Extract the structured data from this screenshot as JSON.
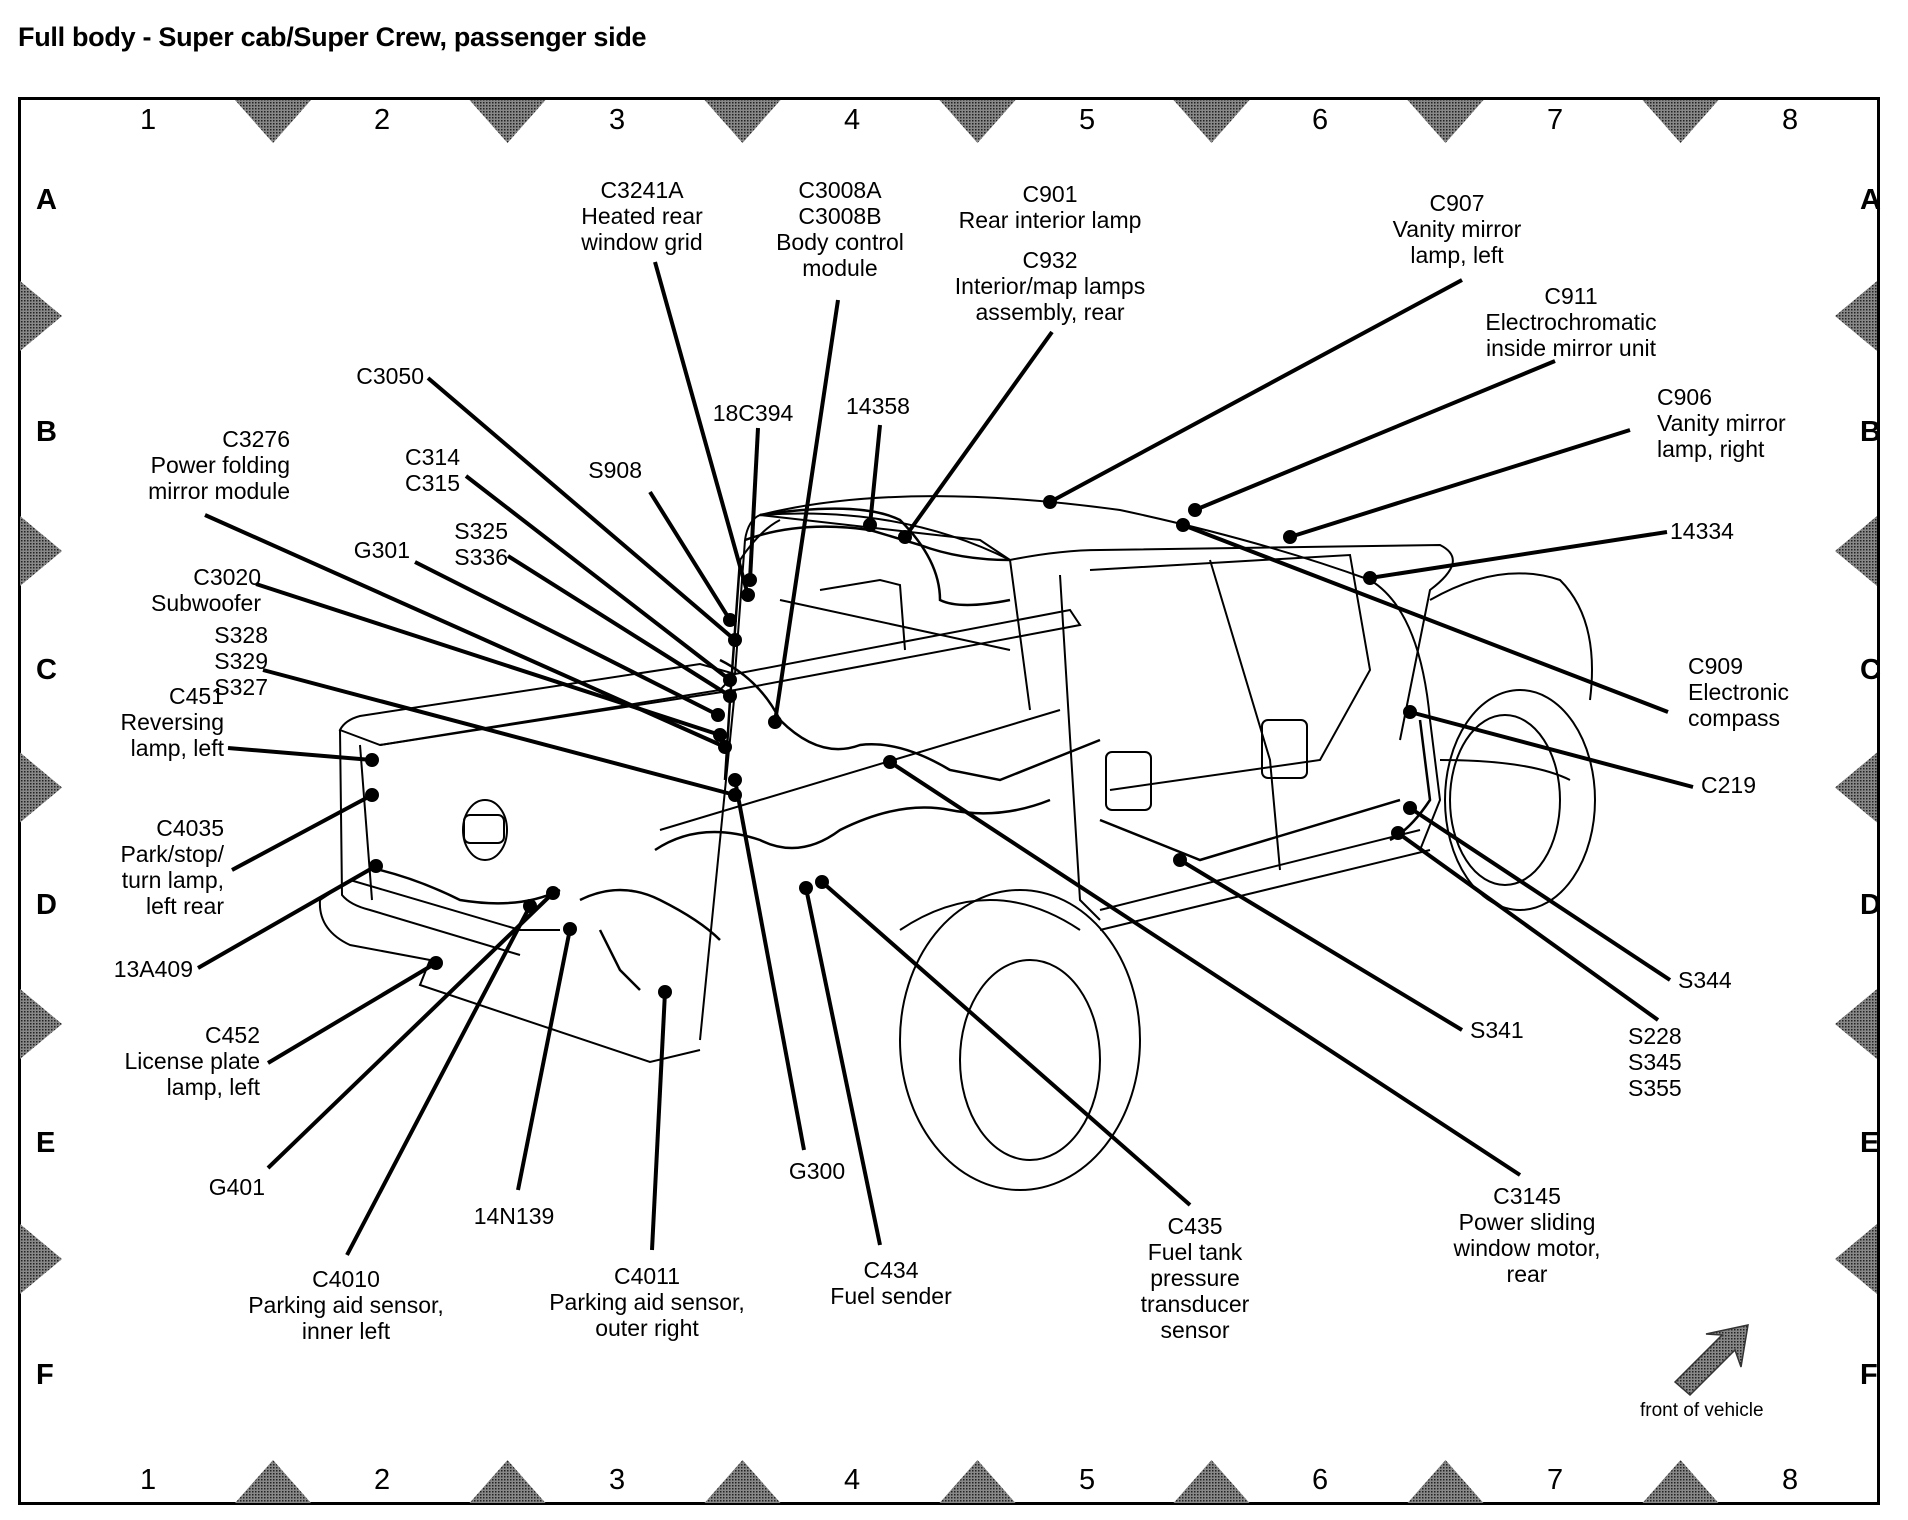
{
  "title": "Full body - Super cab/Super Crew, passenger side",
  "grid": {
    "columns": [
      "1",
      "2",
      "3",
      "4",
      "5",
      "6",
      "7",
      "8"
    ],
    "rows": [
      "A",
      "B",
      "C",
      "D",
      "E",
      "F"
    ]
  },
  "orientation": {
    "label": "front of vehicle",
    "icon": "arrow-up-right-icon"
  },
  "callouts": [
    {
      "id": "c3241a",
      "lines": [
        "C3241A",
        "Heated rear",
        "window grid"
      ]
    },
    {
      "id": "c3008",
      "lines": [
        "C3008A",
        "C3008B",
        "Body control",
        "module"
      ]
    },
    {
      "id": "c901",
      "lines": [
        "C901",
        "Rear interior lamp"
      ]
    },
    {
      "id": "c932",
      "lines": [
        "C932",
        "Interior/map lamps",
        "assembly, rear"
      ]
    },
    {
      "id": "c907",
      "lines": [
        "C907",
        "Vanity mirror",
        "lamp, left"
      ]
    },
    {
      "id": "c911",
      "lines": [
        "C911",
        "Electrochromatic",
        "inside mirror unit"
      ]
    },
    {
      "id": "c906",
      "lines": [
        "C906",
        "Vanity mirror",
        "lamp, right"
      ]
    },
    {
      "id": "n14334",
      "lines": [
        "14334"
      ]
    },
    {
      "id": "c3050",
      "lines": [
        "C3050"
      ]
    },
    {
      "id": "n18c394",
      "lines": [
        "18C394"
      ]
    },
    {
      "id": "n14358",
      "lines": [
        "14358"
      ]
    },
    {
      "id": "c3276",
      "lines": [
        "C3276",
        "Power folding",
        "mirror module"
      ]
    },
    {
      "id": "c314",
      "lines": [
        "C314",
        "C315"
      ]
    },
    {
      "id": "s908",
      "lines": [
        "S908"
      ]
    },
    {
      "id": "s325",
      "lines": [
        "S325",
        "S336"
      ]
    },
    {
      "id": "g301",
      "lines": [
        "G301"
      ]
    },
    {
      "id": "c3020",
      "lines": [
        "C3020",
        "Subwoofer"
      ]
    },
    {
      "id": "s328",
      "lines": [
        "S328",
        "S329",
        "S327"
      ]
    },
    {
      "id": "c451",
      "lines": [
        "C451",
        "Reversing",
        "lamp, left"
      ]
    },
    {
      "id": "c4035",
      "lines": [
        "C4035",
        "Park/stop/",
        "turn lamp,",
        "left rear"
      ]
    },
    {
      "id": "n13a409",
      "lines": [
        "13A409"
      ]
    },
    {
      "id": "c452",
      "lines": [
        "C452",
        "License plate",
        "lamp, left"
      ]
    },
    {
      "id": "g401",
      "lines": [
        "G401"
      ]
    },
    {
      "id": "c4010",
      "lines": [
        "C4010",
        "Parking aid sensor,",
        "inner left"
      ]
    },
    {
      "id": "n14n139",
      "lines": [
        "14N139"
      ]
    },
    {
      "id": "c4011",
      "lines": [
        "C4011",
        "Parking aid sensor,",
        "outer right"
      ]
    },
    {
      "id": "g300",
      "lines": [
        "G300"
      ]
    },
    {
      "id": "c434",
      "lines": [
        "C434",
        "Fuel sender"
      ]
    },
    {
      "id": "c435",
      "lines": [
        "C435",
        "Fuel tank",
        "pressure",
        "transducer",
        "sensor"
      ]
    },
    {
      "id": "c3145",
      "lines": [
        "C3145",
        "Power sliding",
        "window motor,",
        "rear"
      ]
    },
    {
      "id": "c909",
      "lines": [
        "C909",
        "Electronic",
        "compass"
      ]
    },
    {
      "id": "c219",
      "lines": [
        "C219"
      ]
    },
    {
      "id": "s344",
      "lines": [
        "S344"
      ]
    },
    {
      "id": "s341",
      "lines": [
        "S341"
      ]
    },
    {
      "id": "s228",
      "lines": [
        "S228",
        "S345",
        "S355"
      ]
    }
  ]
}
